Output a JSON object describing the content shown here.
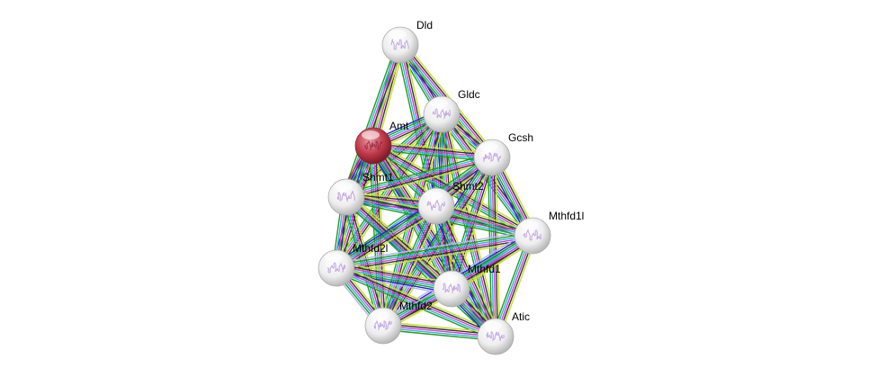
{
  "network": {
    "query_protein": "Amt",
    "nodes": [
      {
        "id": "Dld",
        "label": "Dld",
        "query": false
      },
      {
        "id": "Gldc",
        "label": "Gldc",
        "query": false
      },
      {
        "id": "Amt",
        "label": "Amt",
        "query": true
      },
      {
        "id": "Gcsh",
        "label": "Gcsh",
        "query": false
      },
      {
        "id": "Shmt1",
        "label": "Shmt1",
        "query": false
      },
      {
        "id": "Shmt2",
        "label": "Shmt2",
        "query": false
      },
      {
        "id": "Mthfd1l",
        "label": "Mthfd1l",
        "query": false
      },
      {
        "id": "Mthfd2l",
        "label": "Mthfd2l",
        "query": false
      },
      {
        "id": "Mthfd1",
        "label": "Mthfd1",
        "query": false
      },
      {
        "id": "Mthfd2",
        "label": "Mthfd2",
        "query": false
      },
      {
        "id": "Atic",
        "label": "Atic",
        "query": false
      }
    ],
    "evidence_colors": {
      "textmining": "#c7e02a",
      "coexpression": "#333333",
      "experiments": "#d63dd6",
      "databases": "#2bb7d4",
      "neighborhood": "#1f9d1f",
      "cooccurrence": "#2323e0",
      "fusion": "#e02020",
      "homology": "#b3b3f5"
    },
    "node_color_query": "#c0384a",
    "node_color_default": "#e8e8e8"
  }
}
